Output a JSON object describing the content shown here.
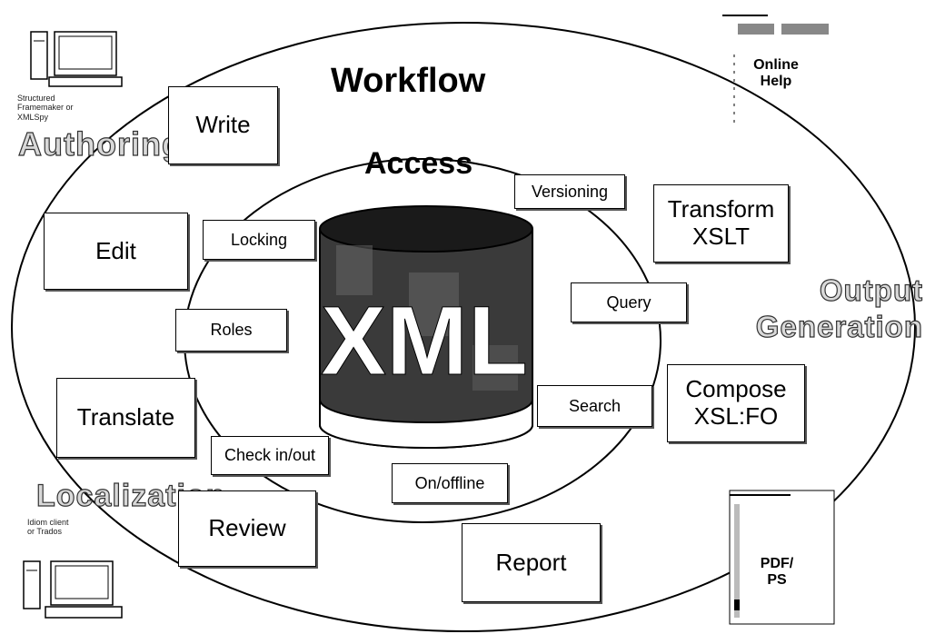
{
  "title": "Workflow",
  "inner_title": "Access",
  "center_label": "XML",
  "categories": {
    "authoring": "Authoring",
    "output": "Output Generation",
    "localization": "Localization"
  },
  "outer_boxes": {
    "write": "Write",
    "edit": "Edit",
    "translate": "Translate",
    "review": "Review",
    "report": "Report",
    "transform": "Transform\nXSLT",
    "compose": "Compose\nXSL:FO"
  },
  "inner_boxes": {
    "versioning": "Versioning",
    "locking": "Locking",
    "roles": "Roles",
    "query": "Query",
    "search": "Search",
    "check": "Check in/out",
    "online_offline": "On/offline"
  },
  "documents": {
    "online_help": "Online\nHelp",
    "pdf_ps": "PDF/\nPS"
  },
  "computers": {
    "authoring_caption": "Structured Framemaker or XMLSpy",
    "localization_caption": "Idiom client or Trados"
  }
}
